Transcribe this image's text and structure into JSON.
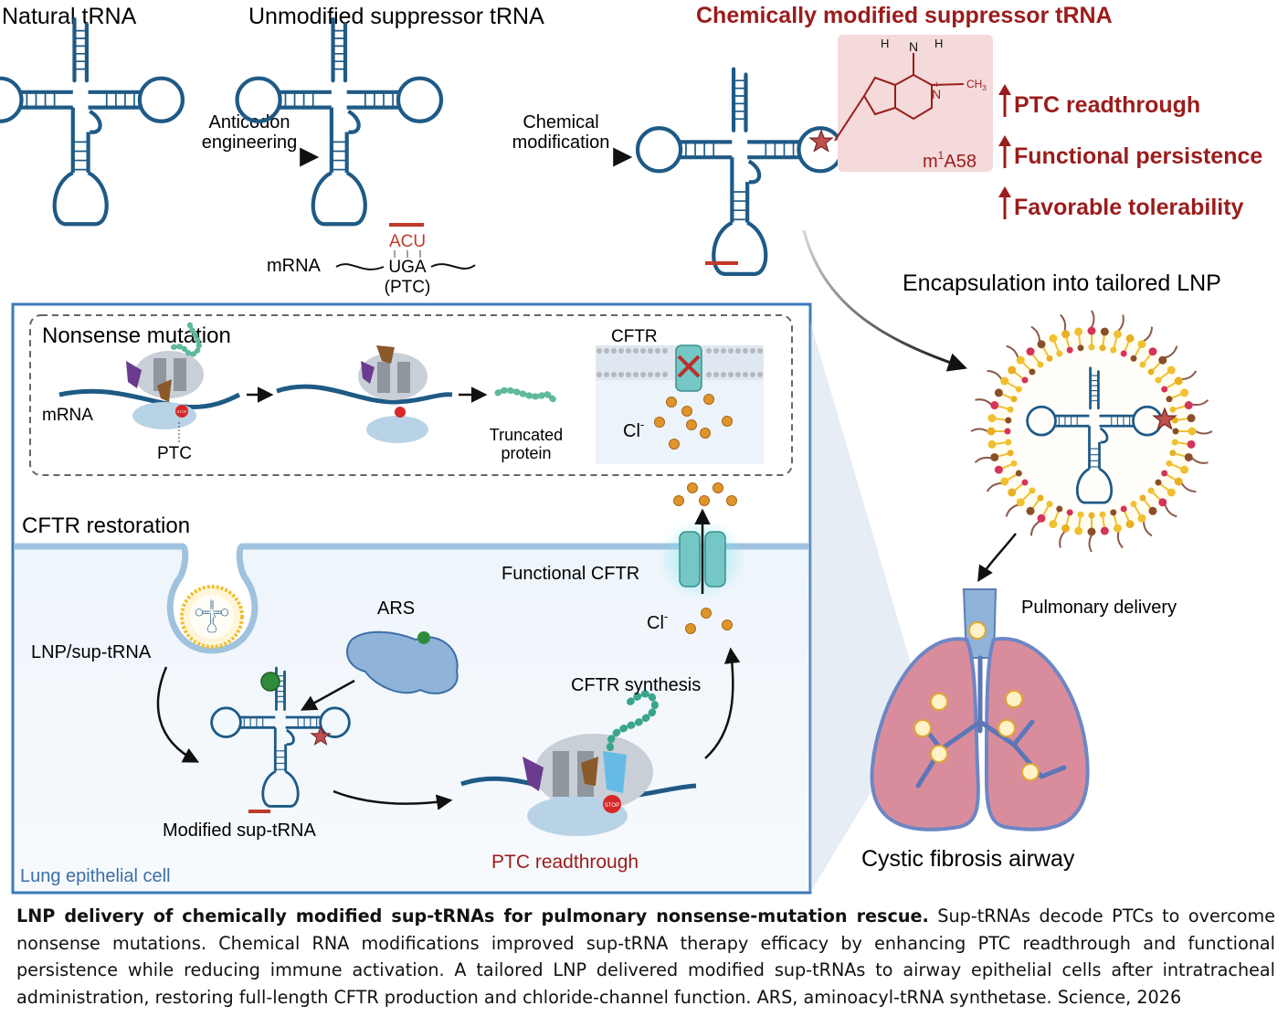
{
  "labels": {
    "natural_trna": "Natural tRNA",
    "unmodified_trna": "Unmodified suppressor tRNA",
    "modified_trna": "Chemically modified suppressor tRNA",
    "anticodon_1": "Anticodon",
    "anticodon_2": "engineering",
    "chem_1": "Chemical",
    "chem_2": "modification",
    "acu": "ACU",
    "mrna_top": "mRNA",
    "uga": "UGA",
    "ptc_paren": "(PTC)",
    "nh_n": "N",
    "nh_h1": "H",
    "nh_h2": "H",
    "ch3": "CH",
    "ch3_sub": "3",
    "nplus": "N",
    "plus": "+",
    "m1a_m": "m",
    "m1a_sup": "1",
    "m1a_a": "A58",
    "benefits": [
      "PTC readthrough",
      "Functional persistence",
      "Favorable tolerability"
    ],
    "encapsulation": "Encapsulation into tailored LNP",
    "nonsense_mutation": "Nonsense mutation",
    "mrna_inset": "mRNA",
    "ptc_inset": "PTC",
    "stop": "STOP",
    "truncated_1": "Truncated",
    "truncated_2": "protein",
    "cftr_inset": "CFTR",
    "cl_inset": "Cl",
    "minus": "-",
    "cftr_restoration": "CFTR restoration",
    "functional_cftr": "Functional CFTR",
    "cl_cell": "Cl",
    "ars": "ARS",
    "lnp_sup": "LNP/sup-tRNA",
    "cftr_synthesis": "CFTR synthesis",
    "modified_sup": "Modified sup-tRNA",
    "ptc_readthrough": "PTC readthrough",
    "lung_cell": "Lung epithelial cell",
    "pulmonary_delivery": "Pulmonary delivery",
    "cf_airway": "Cystic fibrosis airway"
  },
  "caption": {
    "bold": "LNP delivery of chemically modified sup-tRNAs for pulmonary nonsense-mutation rescue.",
    "body": " Sup-tRNAs decode PTCs to overcome nonsense mutations. Chemical RNA modifications improved sup-tRNA therapy efficacy by enhancing PTC readthrough and functional persistence while reducing immune activation. A tailored LNP delivered modified sup-tRNAs to airway epithelial cells after intratracheal administration, restoring full-length CFTR production and chloride-channel function. ARS, aminoacyl-tRNA synthetase. Science, 2026"
  },
  "colors": {
    "trna_stroke": "#1f5a86",
    "accent_red": "#9b1c1c",
    "anticodon_red": "#c0392b",
    "panel_border": "#3b7ab8",
    "membrane": "#9fc2de",
    "ion": "#d98b1a",
    "lnp_yellow": "#f0c030",
    "lnp_pink": "#d7335a",
    "lnp_brown": "#8a4f2a",
    "lung_pink": "#d98d9c",
    "lung_outline": "#6d86c4",
    "ribosome": "#c9cfd6",
    "star": "#c0504d"
  }
}
